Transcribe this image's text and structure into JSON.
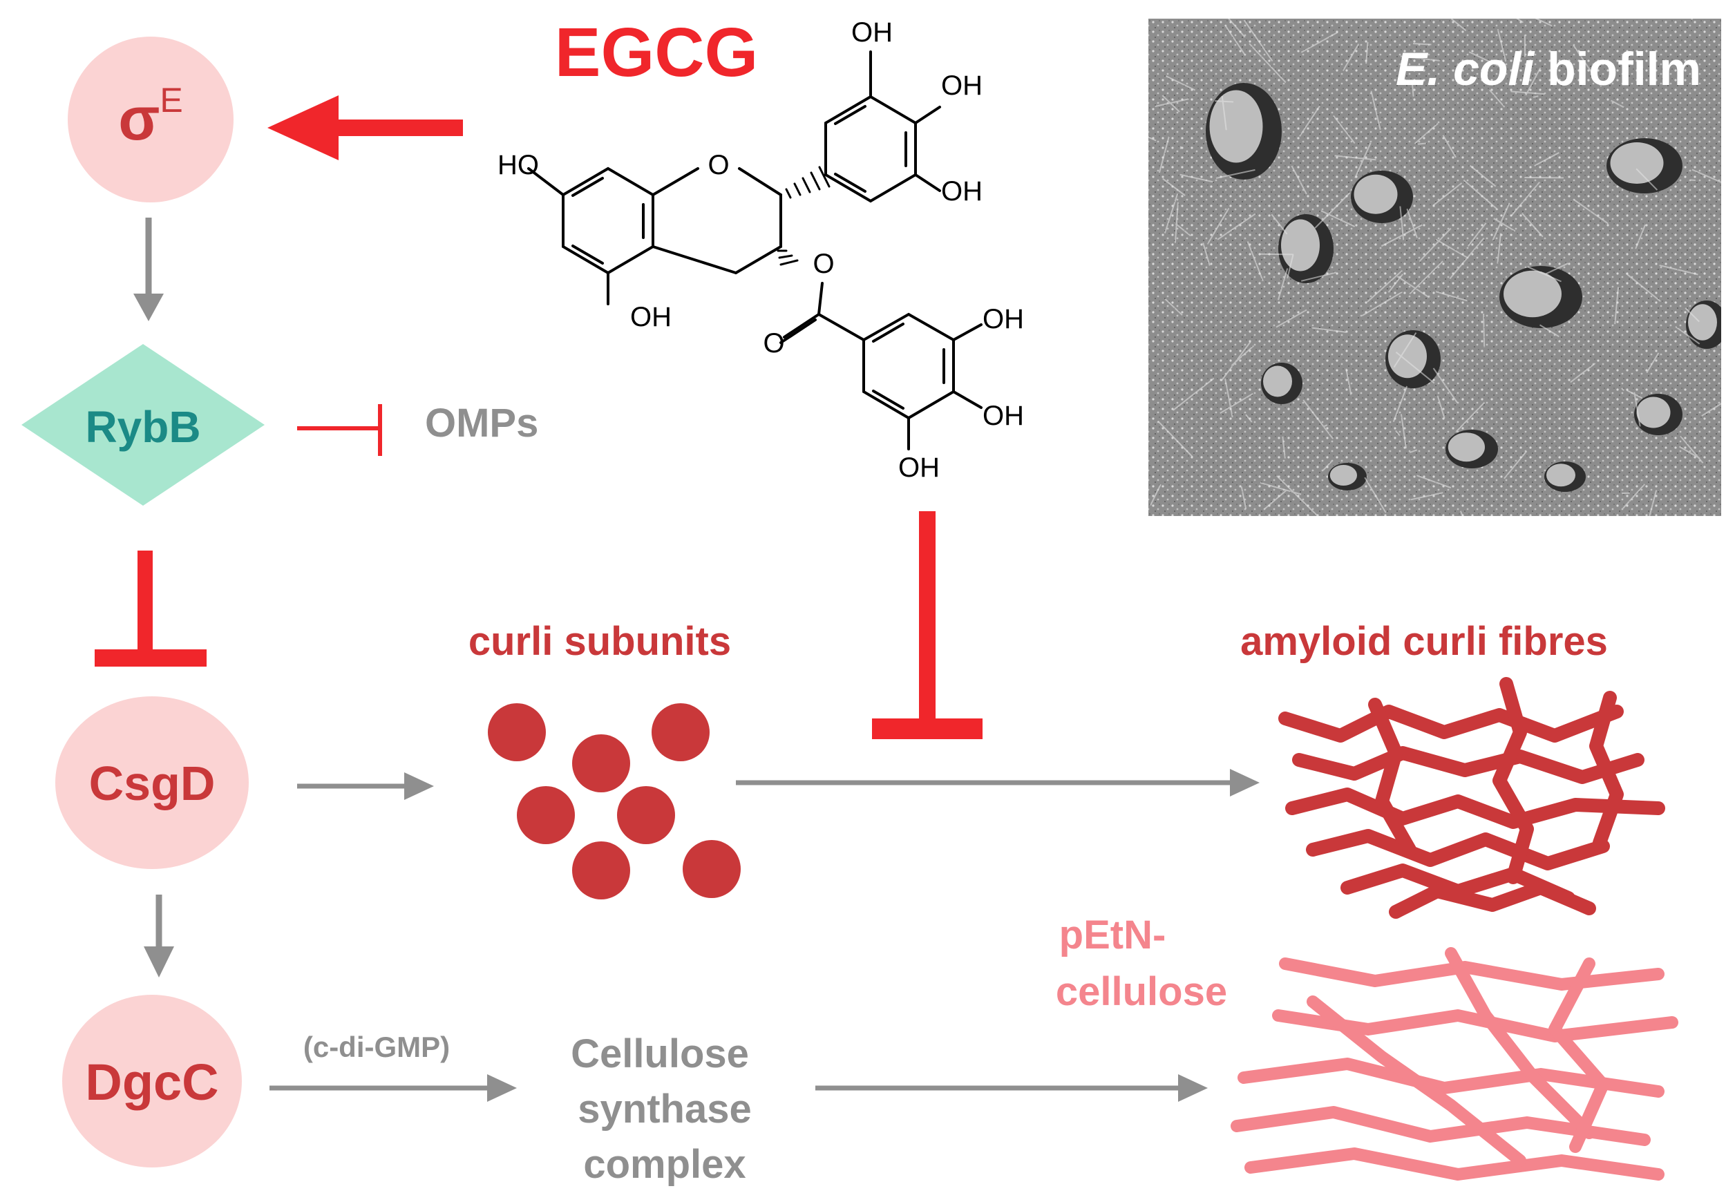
{
  "compound": {
    "name": "EGCG",
    "oh_groups": [
      "OH",
      "OH",
      "OH",
      "HO",
      "OH",
      "OH",
      "OH",
      "OH"
    ],
    "ring_o": [
      "O",
      "O",
      "O"
    ]
  },
  "nodes": {
    "sigma": {
      "symbol": "σ",
      "superscript": "E"
    },
    "rybb": "RybB",
    "omps": "OMPs",
    "csgd": "CsgD",
    "dgcc": "DgcC",
    "cellulose_synthase": [
      "Cellulose",
      "synthase",
      "complex"
    ],
    "c_di_gmp": "(c-di-GMP)"
  },
  "products": {
    "curli_subunits": "curli subunits",
    "amyloid": "amyloid curli fibres",
    "petn": [
      "pEtN-",
      "cellulose"
    ]
  },
  "micrograph": {
    "label_italic": "E. coli",
    "label_rest": " biofilm"
  },
  "colors": {
    "red": "#f0262b",
    "dark_red": "#c9383a",
    "pink_node": "#fbd3d3",
    "teal_fill": "#a8e6cf",
    "teal_text": "#1b8a86",
    "grey": "#8f8f8f",
    "pink_fibre": "#f4858d",
    "micrograph_bg": "#8a8a8a"
  }
}
